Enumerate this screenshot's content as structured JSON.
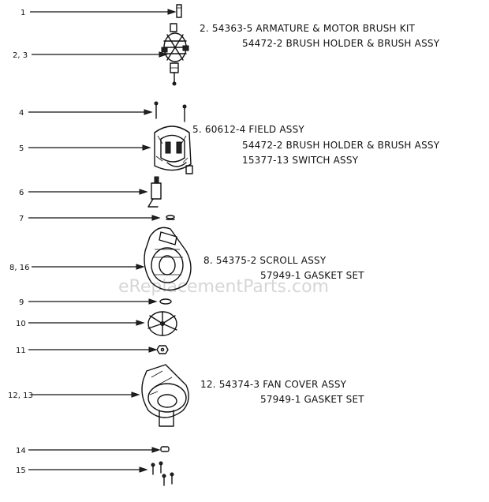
{
  "watermark": "eReplacementParts.com",
  "callouts": {
    "c1": "1",
    "c2_3": "2, 3",
    "c4": "4",
    "c5": "5",
    "c6": "6",
    "c7": "7",
    "c8_16": "8, 16",
    "c9": "9",
    "c10": "10",
    "c11": "11",
    "c12_13": "12, 13",
    "c14": "14",
    "c15": "15"
  },
  "labels": {
    "armature_kit": "2. 54363-5 ARMATURE & MOTOR BRUSH KIT",
    "brush_holder_a": "54472-2 BRUSH HOLDER & BRUSH ASSY",
    "field_assy": "5. 60612-4 FIELD ASSY",
    "brush_holder_b": "54472-2 BRUSH HOLDER & BRUSH ASSY",
    "switch_assy": "15377-13 SWITCH  ASSY",
    "scroll_assy": "8. 54375-2 SCROLL ASSY",
    "gasket_set_a": "57949-1 GASKET SET",
    "fan_cover_assy": "12. 54374-3 FAN COVER ASSY",
    "gasket_set_b": "57949-1 GASKET SET"
  }
}
